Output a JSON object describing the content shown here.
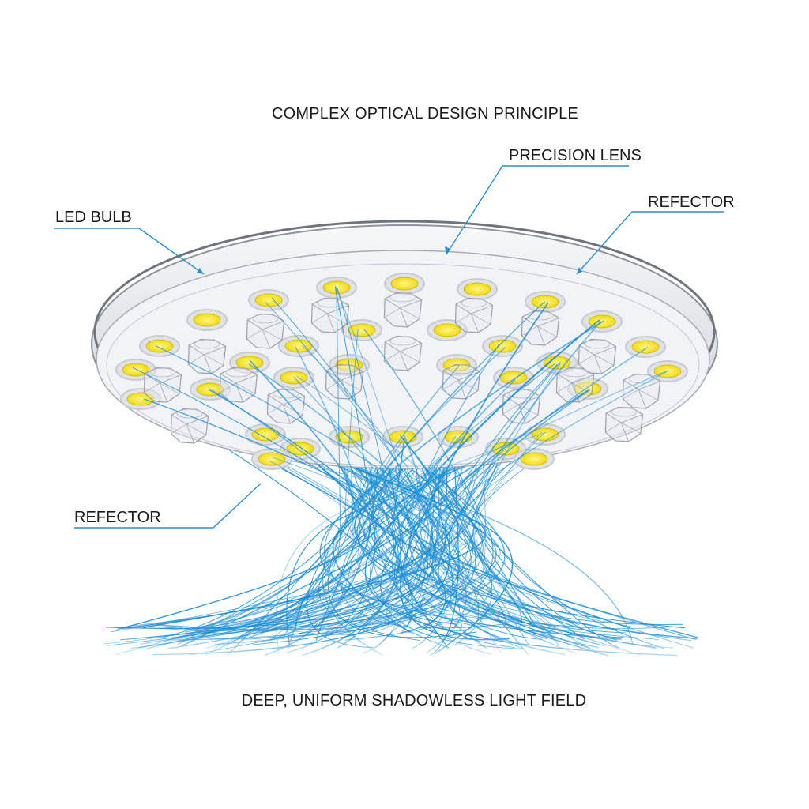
{
  "diagram": {
    "title": "COMPLEX OPTICAL DESIGN PRINCIPLE",
    "caption": "DEEP, UNIFORM SHADOWLESS LIGHT FIELD",
    "labels": {
      "precision_lens": "PRECISION LENS",
      "led_bulb": "LED BULB",
      "reflector_top": "REFECTOR",
      "reflector_left": "REFECTOR"
    }
  },
  "colors": {
    "ray": "#1f8fd6",
    "leader": "#2a8fd0",
    "led_fill": "#f5e21b",
    "led_ring": "#c8ccd2",
    "disc_edge": "#9aa0a8",
    "disc_face": "#eef0f3",
    "lens_stroke": "#8d939b"
  },
  "icons": {
    "led": "led-bulb-icon",
    "lens": "precision-lens-icon"
  }
}
